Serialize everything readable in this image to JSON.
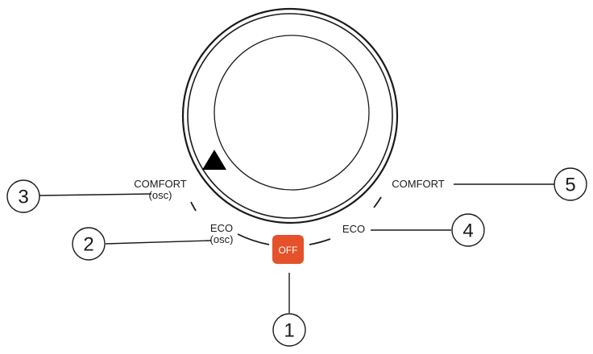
{
  "dial": {
    "off_label": "OFF",
    "off_color": "#e5512a",
    "pointer_shape": "triangle",
    "positions": [
      {
        "number": "1",
        "label": "OFF",
        "sublabel": ""
      },
      {
        "number": "2",
        "label": "ECO",
        "sublabel": "(osc)"
      },
      {
        "number": "3",
        "label": "COMFORT",
        "sublabel": "(osc)"
      },
      {
        "number": "4",
        "label": "ECO",
        "sublabel": ""
      },
      {
        "number": "5",
        "label": "COMFORT",
        "sublabel": ""
      }
    ]
  }
}
